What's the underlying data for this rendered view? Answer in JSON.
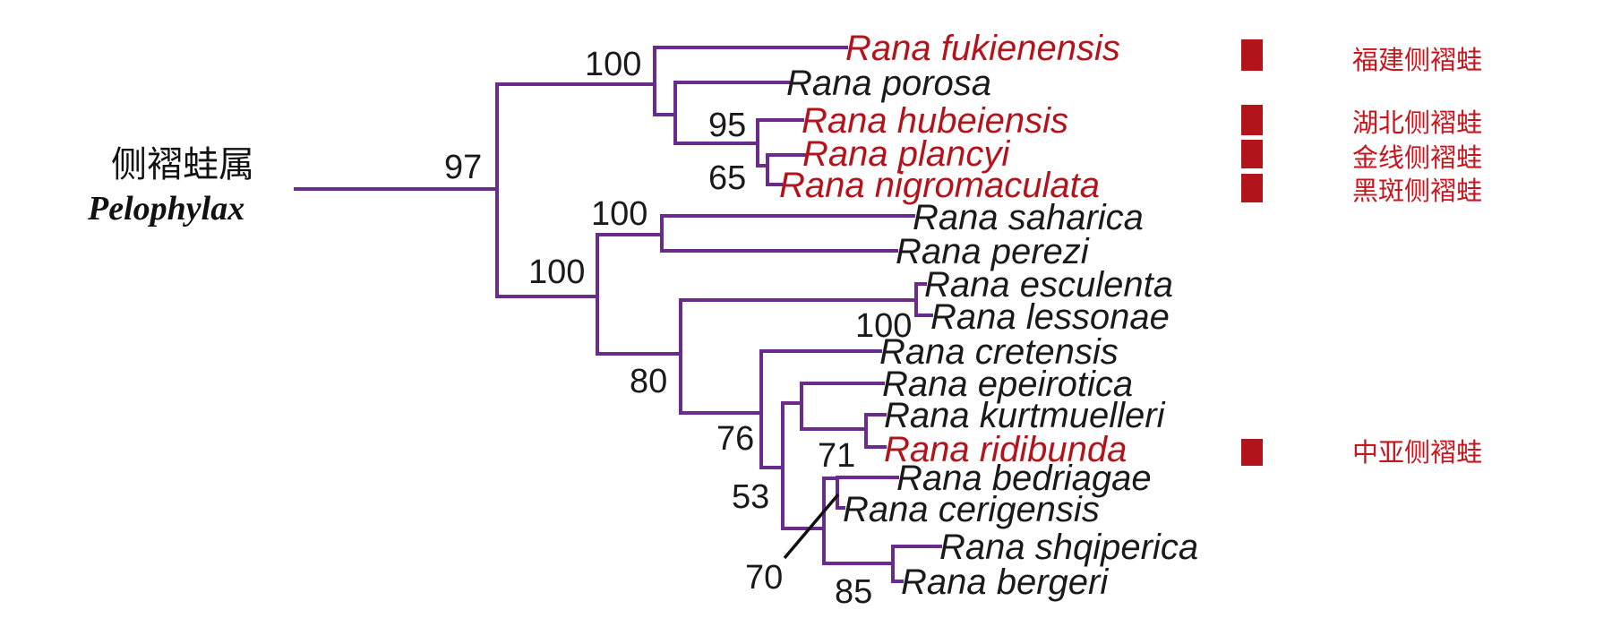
{
  "genus": {
    "cn": "侧褶蛙属",
    "latin": "Pelophylax"
  },
  "taxa": [
    {
      "name": "Rana fukienensis",
      "highlight": true,
      "cn": "福建侧褶蛙"
    },
    {
      "name": "Rana porosa",
      "highlight": false
    },
    {
      "name": "Rana hubeiensis",
      "highlight": true,
      "cn": "湖北侧褶蛙"
    },
    {
      "name": "Rana plancyi",
      "highlight": true,
      "cn": "金线侧褶蛙"
    },
    {
      "name": "Rana nigromaculata",
      "highlight": true,
      "cn": "黑斑侧褶蛙"
    },
    {
      "name": "Rana saharica",
      "highlight": false
    },
    {
      "name": "Rana perezi",
      "highlight": false
    },
    {
      "name": "Rana esculenta",
      "highlight": false
    },
    {
      "name": "Rana lessonae",
      "highlight": false
    },
    {
      "name": "Rana cretensis",
      "highlight": false
    },
    {
      "name": "Rana epeirotica",
      "highlight": false
    },
    {
      "name": "Rana kurtmuelleri",
      "highlight": false
    },
    {
      "name": "Rana ridibunda",
      "highlight": true,
      "cn": "中亚侧褶蛙"
    },
    {
      "name": "Rana bedriagae",
      "highlight": false
    },
    {
      "name": "Rana cerigensis",
      "highlight": false
    },
    {
      "name": "Rana shqiperica",
      "highlight": false
    },
    {
      "name": "Rana bergeri",
      "highlight": false
    }
  ],
  "supports": [
    "97",
    "100",
    "95",
    "65",
    "100",
    "100",
    "100",
    "80",
    "76",
    "53",
    "71",
    "70",
    "85"
  ],
  "colors": {
    "branch": "#6a2c8c",
    "highlight": "#b3141c",
    "label": "#1a1a1a"
  }
}
